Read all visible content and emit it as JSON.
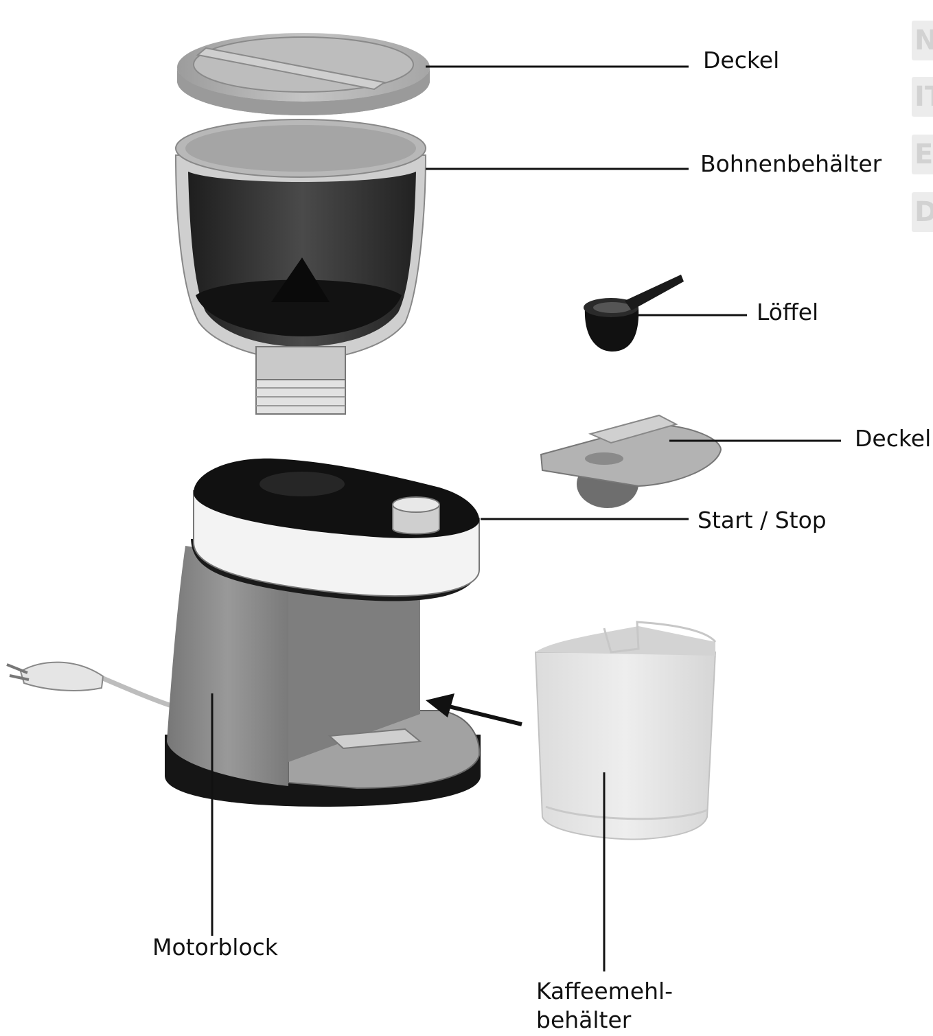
{
  "labels": {
    "lid_top": "Deckel",
    "bean_container": "Bohnenbehälter",
    "spoon": "Löffel",
    "lid_small": "Deckel",
    "start_stop": "Start / Stop",
    "motor_block": "Motorblock",
    "grounds_container_line1": "Kaffeemehl-",
    "grounds_container_line2": "behälter"
  },
  "language_tabs": [
    "N",
    "IT",
    "E",
    "D"
  ],
  "colors": {
    "line": "#111111",
    "lid": "#b3b3b3",
    "container_dark": "#3c3c3c",
    "body": "#8a8a8a",
    "top_black": "#141414",
    "band": "#f2f2f2",
    "translucent": "#e9e9e9"
  }
}
